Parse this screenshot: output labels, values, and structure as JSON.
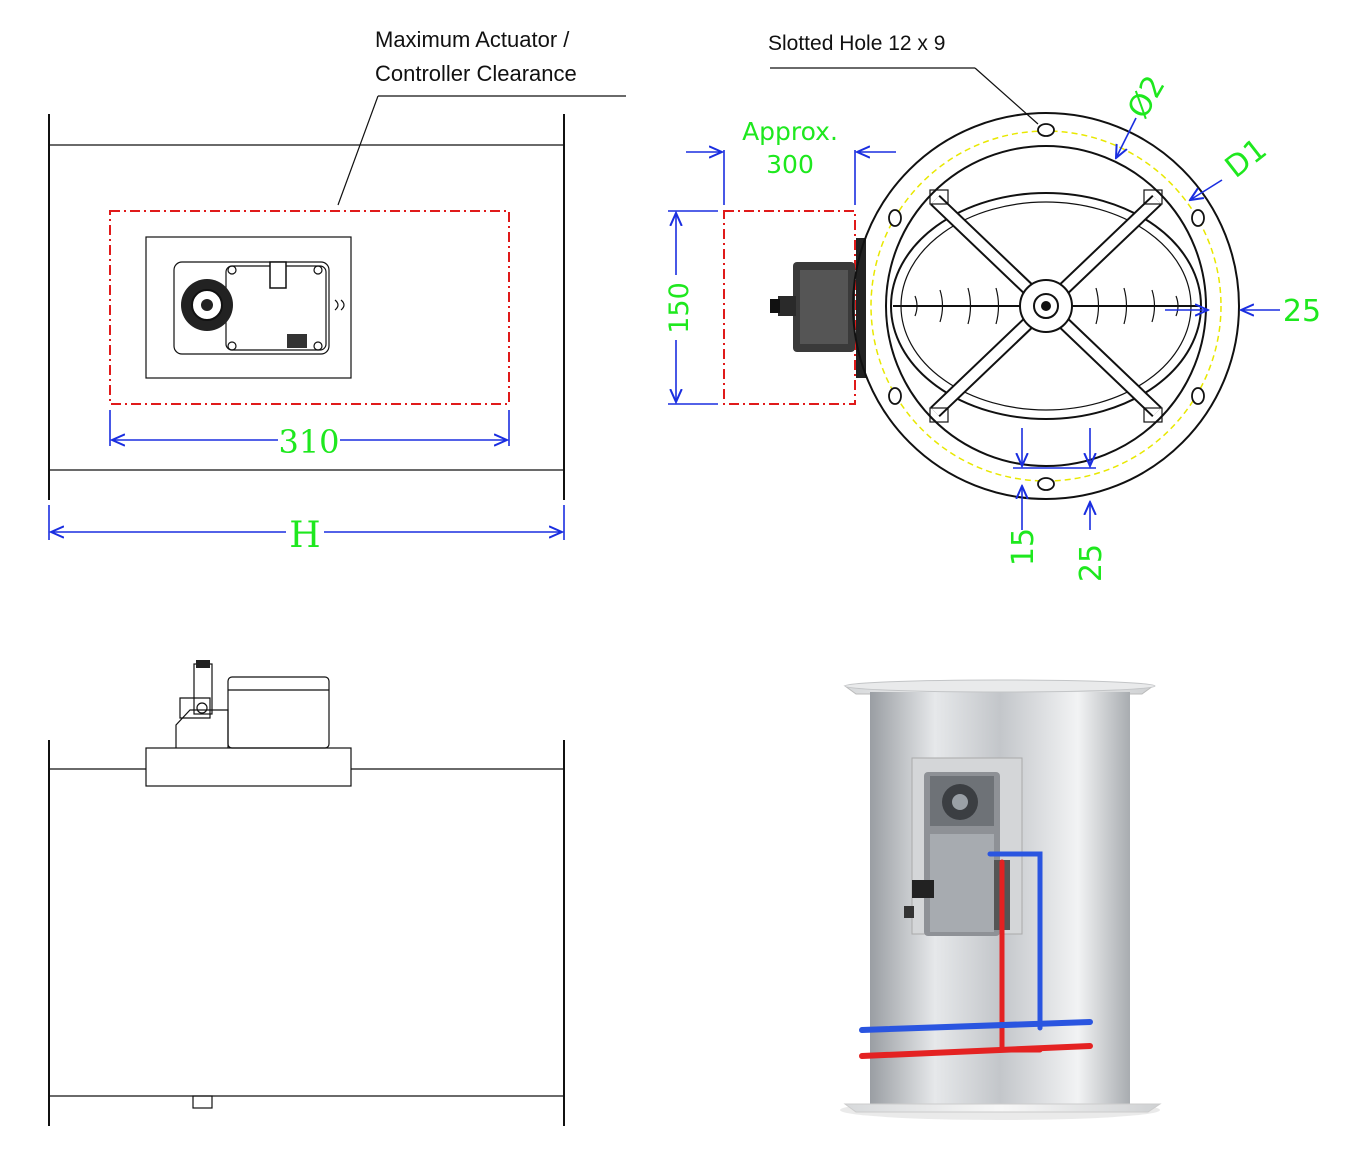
{
  "labels": {
    "clearance_line1": "Maximum Actuator /",
    "clearance_line2": "Controller Clearance",
    "slotted_hole": "Slotted Hole 12 x 9",
    "approx_line1": "Approx.",
    "approx_line2": "300",
    "dim_150": "150",
    "dim_310": "310",
    "dim_H": "H",
    "dim_phi2": "Ø2",
    "dim_D1": "D1",
    "dim_25_right": "25",
    "dim_15": "15",
    "dim_25_bottom": "25"
  },
  "colors": {
    "dimension_text": "#1ee81e",
    "dimension_line": "#1a2ee0",
    "clearance_box": "#e01a1a",
    "outline": "#111111",
    "bolt_circle": "#e8e800"
  }
}
